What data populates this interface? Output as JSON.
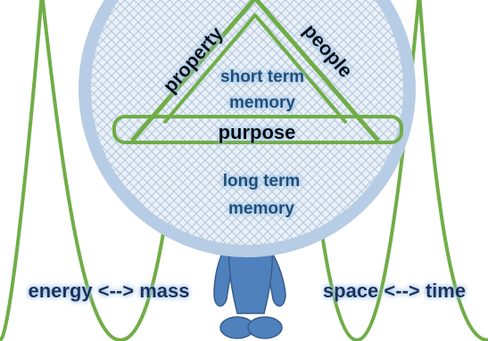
{
  "labels": {
    "property": "property",
    "people": "people",
    "short_term_line1": "short term",
    "short_term_line2": "memory",
    "purpose": "purpose",
    "long_term_line1": "long term",
    "long_term_line2": "memory",
    "energy_mass": "energy <--> mass",
    "space_time": "space <--> time"
  },
  "colors": {
    "wave": "#70ad47",
    "triangle": "#70ad47",
    "circle_fill": "#dbe7f3",
    "circle_ring": "#b7cde5",
    "hatch": "#c0cfe0",
    "figure": "#4f81bd",
    "figure_outline": "#385d8a",
    "text_memory": "#1f4e79",
    "text_black": "#000000",
    "glow": "#9dc3e6"
  }
}
